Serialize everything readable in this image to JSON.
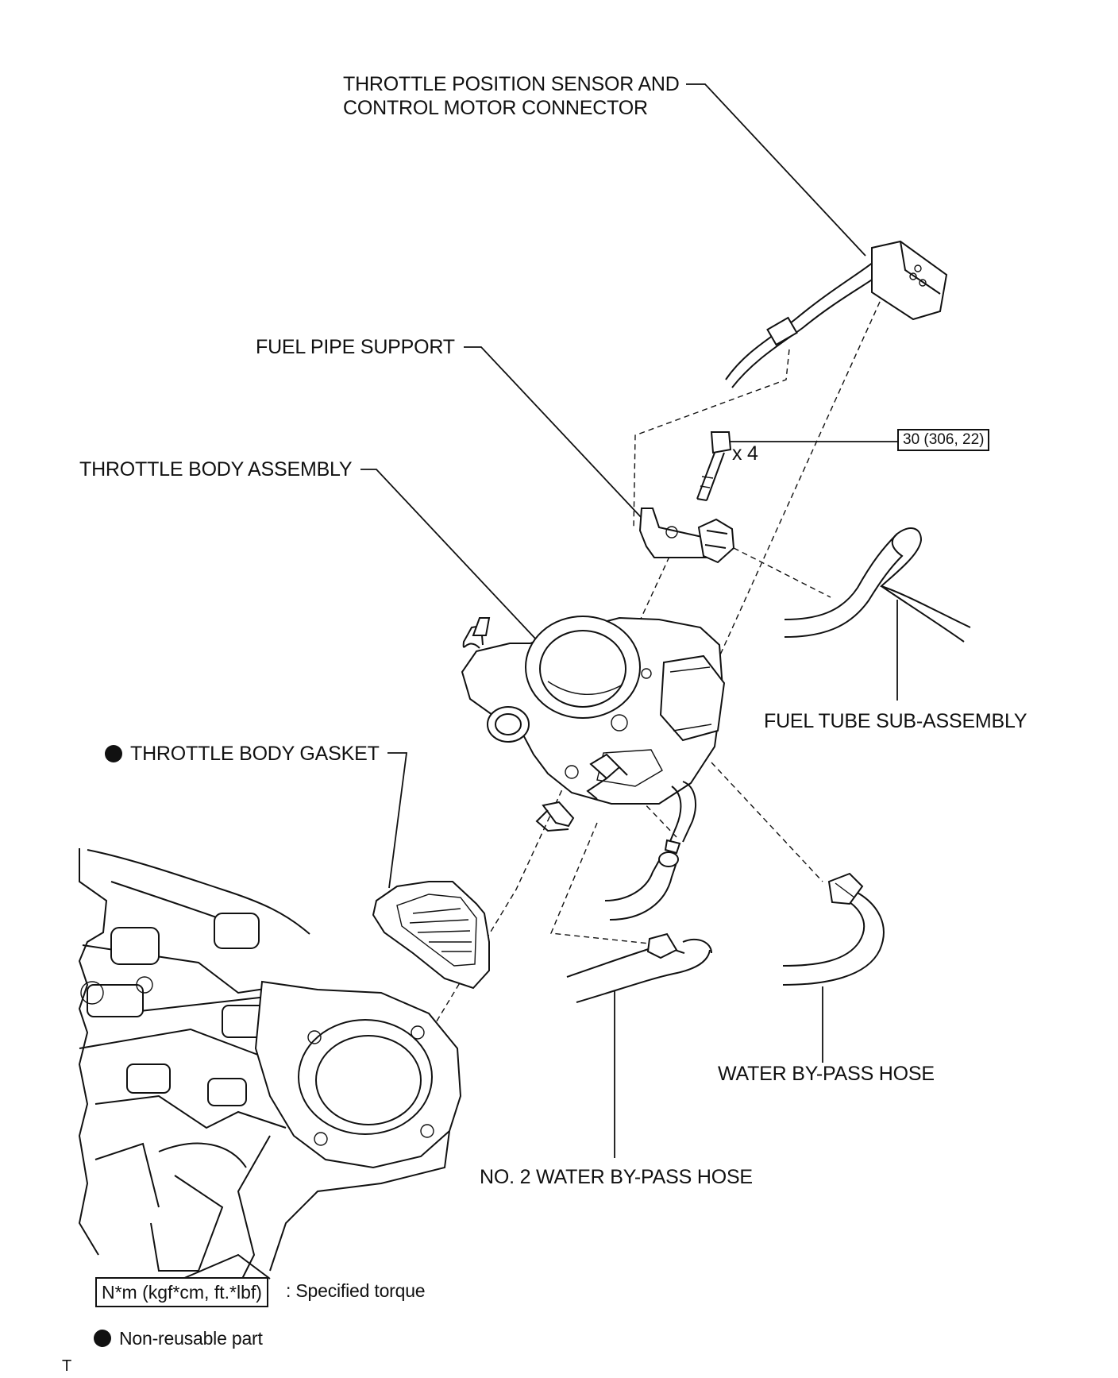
{
  "labels": {
    "tps_connector_line1": "THROTTLE POSITION SENSOR AND",
    "tps_connector_line2": "CONTROL MOTOR CONNECTOR",
    "fuel_pipe_support": "FUEL PIPE SUPPORT",
    "throttle_body_assembly": "THROTTLE BODY ASSEMBLY",
    "throttle_body_gasket": "THROTTLE BODY GASKET",
    "fuel_tube": "FUEL TUBE SUB-ASSEMBLY",
    "water_bypass_hose": "WATER BY-PASS HOSE",
    "no2_water_bypass_hose": "NO. 2 WATER BY-PASS HOSE",
    "bolt_qty": "x 4",
    "torque_value": "30 (306, 22)"
  },
  "legend": {
    "torque_unit": "N*m (kgf*cm, ft.*lbf)",
    "torque_desc": ": Specified torque",
    "nonreusable_desc": "Non-reusable part"
  },
  "corner_mark": "T",
  "icons": {
    "non_reusable": "filled-circle-icon"
  }
}
